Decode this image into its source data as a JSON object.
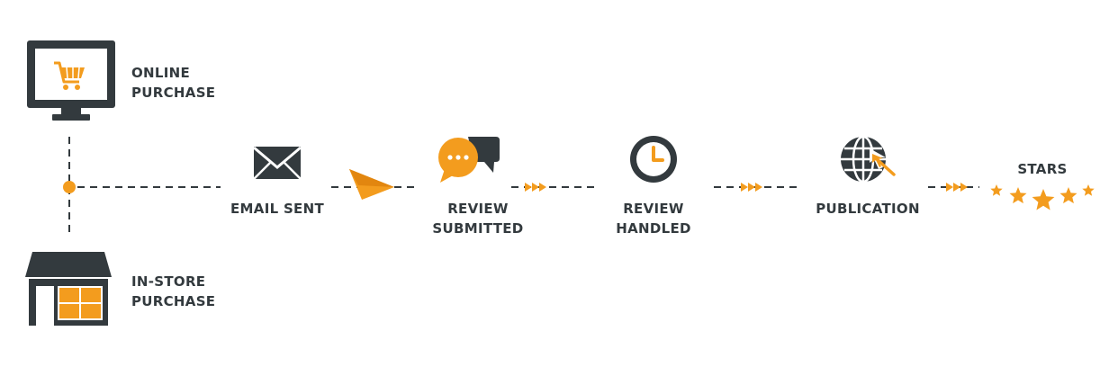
{
  "colors": {
    "dark": "#333a3e",
    "orange": "#f39c1e",
    "background": "#ffffff"
  },
  "sources": [
    {
      "icon": "computer-monitor-shopping-cart-icon",
      "label_lines": [
        "ONLINE",
        "PURCHASE"
      ]
    },
    {
      "icon": "store-front-icon",
      "label_lines": [
        "IN-STORE",
        "PURCHASE"
      ]
    }
  ],
  "steps": [
    {
      "icon": "envelope-icon",
      "label_lines": [
        "EMAIL SENT"
      ]
    },
    {
      "icon": "chat-bubbles-icon",
      "label_lines": [
        "REVIEW",
        "SUBMITTED"
      ]
    },
    {
      "icon": "clock-icon",
      "label_lines": [
        "REVIEW",
        "HANDLED"
      ]
    },
    {
      "icon": "globe-cursor-icon",
      "label_lines": [
        "PUBLICATION"
      ]
    },
    {
      "icon": "stars-icon",
      "label_lines": [
        "STARS"
      ]
    }
  ],
  "connectors": [
    {
      "icon": "paper-plane-icon"
    },
    {
      "icon": "triple-arrow-icon"
    },
    {
      "icon": "triple-arrow-icon"
    },
    {
      "icon": "triple-arrow-icon"
    }
  ]
}
